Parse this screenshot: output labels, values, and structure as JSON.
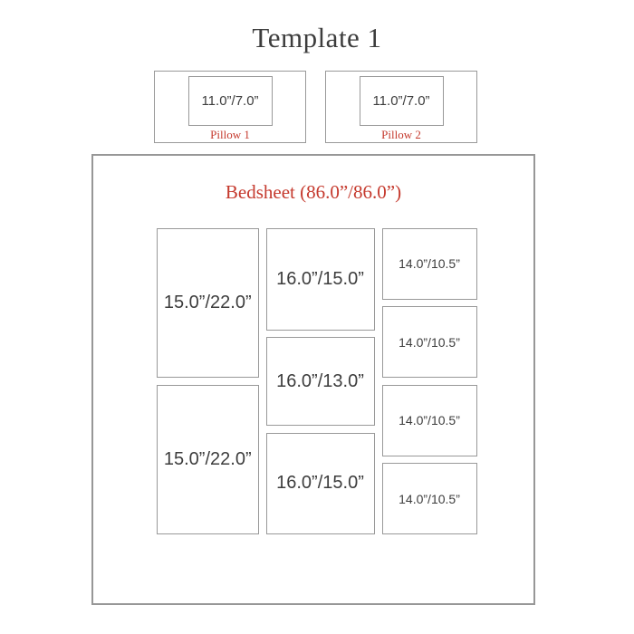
{
  "page_title": "Template 1",
  "pillows": [
    {
      "label": "Pillow 1",
      "size": "11.0”/7.0”",
      "width_in": 11.0,
      "height_in": 7.0
    },
    {
      "label": "Pillow 2",
      "size": "11.0”/7.0”",
      "width_in": 11.0,
      "height_in": 7.0
    }
  ],
  "bedsheet": {
    "title": "Bedsheet (86.0”/86.0”)",
    "width_in": 86.0,
    "height_in": 86.0,
    "columns": [
      {
        "boxes": [
          {
            "label": "15.0”/22.0”",
            "w_in": 15.0,
            "h_in": 22.0
          },
          {
            "label": "15.0”/22.0”",
            "w_in": 15.0,
            "h_in": 22.0
          }
        ]
      },
      {
        "boxes": [
          {
            "label": "16.0”/15.0”",
            "w_in": 16.0,
            "h_in": 15.0
          },
          {
            "label": "16.0”/13.0”",
            "w_in": 16.0,
            "h_in": 13.0
          },
          {
            "label": "16.0”/15.0”",
            "w_in": 16.0,
            "h_in": 15.0
          }
        ]
      },
      {
        "boxes": [
          {
            "label": "14.0”/10.5”",
            "w_in": 14.0,
            "h_in": 10.5
          },
          {
            "label": "14.0”/10.5”",
            "w_in": 14.0,
            "h_in": 10.5
          },
          {
            "label": "14.0”/10.5”",
            "w_in": 14.0,
            "h_in": 10.5
          },
          {
            "label": "14.0”/10.5”",
            "w_in": 14.0,
            "h_in": 10.5
          }
        ]
      }
    ]
  },
  "colors": {
    "accent_red": "#c5392d",
    "border_gray": "#999999",
    "text_dark": "#3d3d3d"
  }
}
